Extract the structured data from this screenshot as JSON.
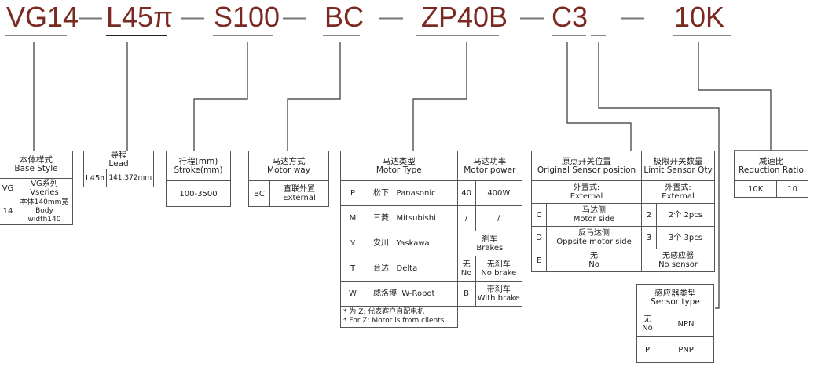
{
  "model_code": {
    "segments": [
      "VG14",
      "L45π",
      "S100",
      "BC",
      "ZP40B",
      "C3",
      "",
      "10K"
    ],
    "separator": "—"
  },
  "base_style": {
    "title_cn": "本体样式",
    "title_en": "Base Style",
    "rows": [
      {
        "code": "VG",
        "cn": "VG系列",
        "en": "Vseries"
      },
      {
        "code": "14",
        "cn": "本体140mm宽",
        "en": "Body width140"
      }
    ]
  },
  "lead": {
    "title_cn": "导程",
    "title_en": "Lead",
    "rows": [
      {
        "code": "L45π",
        "value": "141.372mm"
      }
    ]
  },
  "stroke": {
    "title_cn": "行程(mm)",
    "title_en": "Stroke(mm)",
    "value": "100-3500"
  },
  "motor_way": {
    "title_cn": "马达方式",
    "title_en": "Motor way",
    "rows": [
      {
        "code": "BC",
        "cn": "直联外置",
        "en": "External"
      }
    ]
  },
  "motor_type": {
    "title_cn": "马达类型",
    "title_en": "Motor Type",
    "rows": [
      {
        "code": "P",
        "cn": "松下",
        "en": "Panasonic"
      },
      {
        "code": "M",
        "cn": "三菱",
        "en": "Mitsubishi"
      },
      {
        "code": "Y",
        "cn": "安川",
        "en": "Yaskawa"
      },
      {
        "code": "T",
        "cn": "台达",
        "en": "Delta"
      },
      {
        "code": "W",
        "cn": "威洛博",
        "en": "W-Robot"
      }
    ],
    "notes": [
      "* 为 Z: 代表客户自配电机",
      "* For Z: Motor is from clients"
    ]
  },
  "motor_power": {
    "title_cn": "马达功率",
    "title_en": "Motor power",
    "rows": [
      {
        "code": "40",
        "value": "400W"
      },
      {
        "code": "/",
        "value": "/"
      }
    ],
    "brakes": {
      "title_cn": "刹车",
      "title_en": "Brakes",
      "rows": [
        {
          "code_cn": "无",
          "code_en": "No",
          "cn": "无刹车",
          "en": "No brake"
        },
        {
          "code": "B",
          "cn": "带刹车",
          "en": "With brake"
        }
      ]
    }
  },
  "origin_sensor": {
    "title_cn": "原点开关位置",
    "title_en": "Original Sensor position",
    "sub_cn": "外置式:",
    "sub_en": "External",
    "rows": [
      {
        "code": "C",
        "cn": "马达侧",
        "en": "Motor side"
      },
      {
        "code": "D",
        "cn": "反马达侧",
        "en": "Oppsite motor side"
      },
      {
        "code": "E",
        "cn": "无",
        "en": "No"
      }
    ]
  },
  "limit_sensor": {
    "title_cn": "极限开关数量",
    "title_en": "Limit Sensor Qty",
    "sub_cn": "外置式:",
    "sub_en": "External",
    "rows": [
      {
        "code": "2",
        "value": "2个   2pcs"
      },
      {
        "code": "3",
        "value": "3个   3pcs"
      }
    ],
    "none_cn": "无感应器",
    "none_en": "No sensor"
  },
  "sensor_type": {
    "title_cn": "感应器类型",
    "title_en": "Sensor type",
    "rows": [
      {
        "code_cn": "无",
        "code_en": "No",
        "value": "NPN"
      },
      {
        "code": "P",
        "value": "PNP"
      }
    ]
  },
  "reduction_ratio": {
    "title_cn": "减速比",
    "title_en": "Reduction Ratio",
    "rows": [
      {
        "code": "10K",
        "value": "10"
      }
    ]
  }
}
